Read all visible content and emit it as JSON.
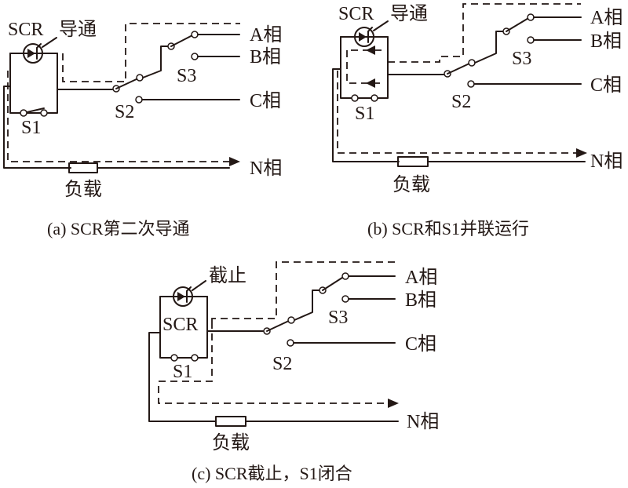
{
  "panel_a": {
    "scr_label": "SCR",
    "scr_state": "导通",
    "s1": "S1",
    "s2": "S2",
    "s3": "S3",
    "phase_a": "A相",
    "phase_b": "B相",
    "phase_c": "C相",
    "neutral": "N相",
    "load": "负载",
    "caption": "(a)  SCR第二次导通"
  },
  "panel_b": {
    "scr_label": "SCR",
    "scr_state": "导通",
    "s1": "S1",
    "s2": "S2",
    "s3": "S3",
    "phase_a": "A相",
    "phase_b": "B相",
    "phase_c": "C相",
    "neutral": "N相",
    "load": "负载",
    "caption": "(b)  SCR和S1并联运行"
  },
  "panel_c": {
    "scr_label": "SCR",
    "scr_state": "截止",
    "s1": "S1",
    "s2": "S2",
    "s3": "S3",
    "phase_a": "A相",
    "phase_b": "B相",
    "phase_c": "C相",
    "neutral": "N相",
    "load": "负载",
    "caption": "(c)  SCR截止，S1闭合"
  }
}
